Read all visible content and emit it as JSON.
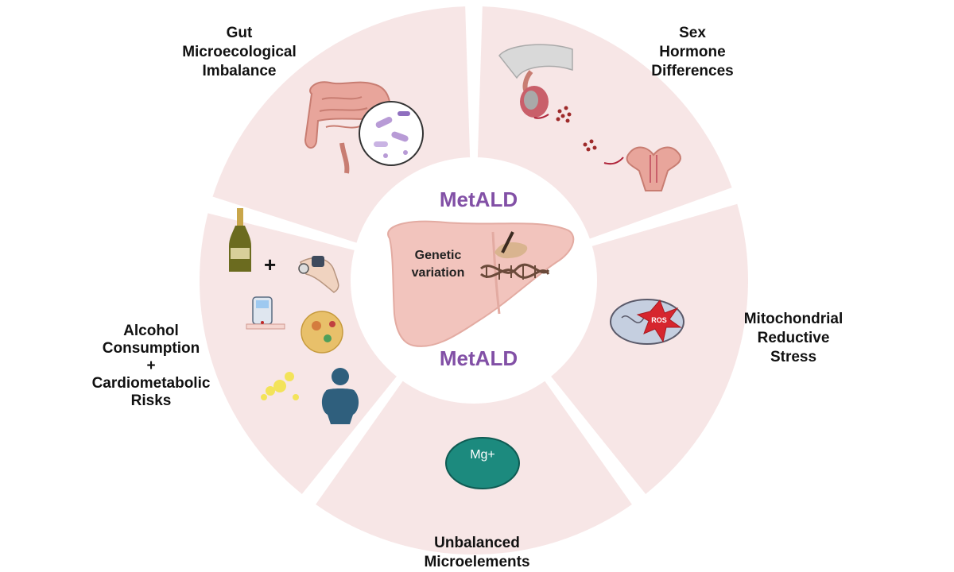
{
  "colors": {
    "segment_fill": "#f7e6e6",
    "ring_gap": "#ffffff",
    "title_purple": "#8250a6",
    "liver": "#f2c4bd",
    "mg_ellipse": "#1c8a7e"
  },
  "segments": {
    "gut": "Gut\nMicroecological\nImbalance",
    "sex_hormone": "Sex\nHormone\nDifferences",
    "mitochondrial": "Mitochondrial\nReductive\nStress",
    "microelements": "Unbalanced\nMicroelements",
    "alcohol": "Alcohol\nConsumption\n+\nCardiometabolic\nRisks"
  },
  "center": {
    "title_top": "MetALD",
    "title_bottom": "MetALD",
    "genetic": "Genetic\nvariation"
  },
  "icons": {
    "mg_label": "Mg+",
    "ros_label": "ROS",
    "plus": "+"
  }
}
